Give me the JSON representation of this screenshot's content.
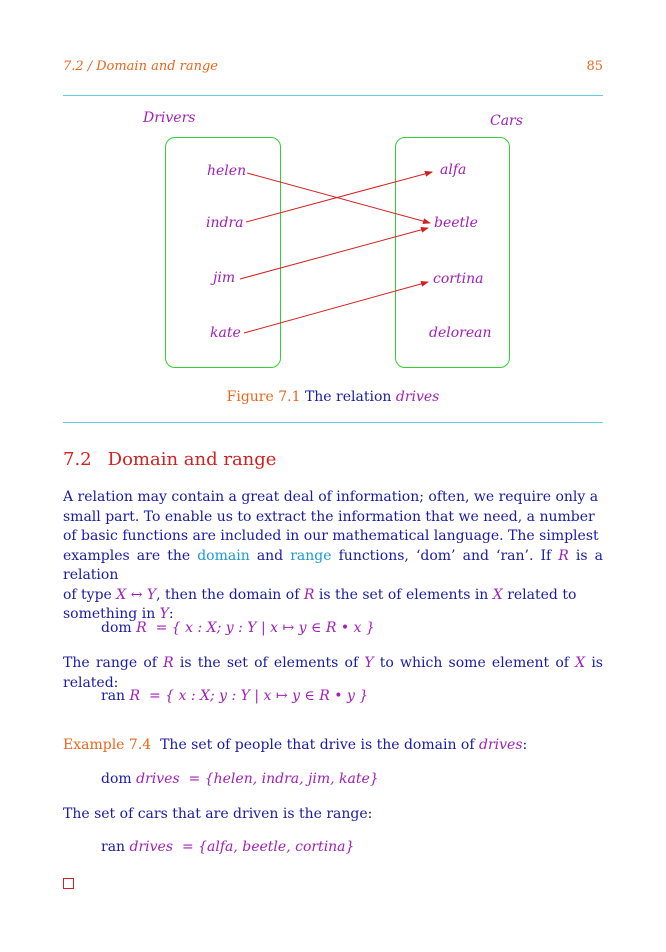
{
  "header": {
    "section_number": "7.2",
    "separator": "/",
    "section_title": "Domain and range",
    "page_number": "85"
  },
  "figure": {
    "left_title": "Drivers",
    "right_title": "Cars",
    "drivers": [
      "helen",
      "indra",
      "jim",
      "kate"
    ],
    "cars": [
      "alfa",
      "beetle",
      "cortina",
      "delorean"
    ],
    "caption_number": "Figure 7.1",
    "caption_text": "The relation",
    "caption_emph": "drives"
  },
  "section": {
    "number": "7.2",
    "title": "Domain and range"
  },
  "paragraph1": {
    "l1": "A relation may contain a great deal of information; often, we require only a",
    "l2": "small part.  To enable us to extract the information that we need, a number",
    "l3": "of basic functions are included in our mathematical language.  The simplest",
    "l4a": "examples are the ",
    "l4_domain": "domain",
    "l4b": " and ",
    "l4_range": "range",
    "l4c": " functions, ‘dom’ and ‘ran’.  If ",
    "l4_R": "R",
    "l4d": " is a relation",
    "l5a": "of type ",
    "l5_type": "X ↔ Y",
    "l5b": ", then the domain of ",
    "l5_R": "R",
    "l5c": " is the set of elements in ",
    "l5_X": "X",
    "l5d": " related to",
    "l6a": "something in ",
    "l6_Y": "Y",
    "l6b": ":"
  },
  "eq_dom": {
    "lhs_op": "dom",
    "lhs_var": "R",
    "rhs": "= { x : X;  y : Y | x ↦ y ∈ R • x }"
  },
  "paragraph2": {
    "a": "The range of ",
    "R": "R",
    "b": " is the set of elements of ",
    "Y": "Y",
    "c": " to which some element of ",
    "X": "X",
    "d": " is related:"
  },
  "eq_ran": {
    "lhs_op": "ran",
    "lhs_var": "R",
    "rhs": "= { x : X;  y : Y | x ↦ y ∈ R • y }"
  },
  "example": {
    "label": "Example 7.4",
    "text_a": "The set of people that drive is the domain of ",
    "text_emph": "drives",
    "text_b": ":"
  },
  "eq_ex_dom": {
    "op": "dom",
    "var": "drives",
    "rhs": "= {helen, indra, jim, kate}"
  },
  "sentence_range": "The set of cars that are driven is the range:",
  "eq_ex_ran": {
    "op": "ran",
    "var": "drives",
    "rhs": "= {alfa, beetle, cortina}"
  },
  "colors": {
    "text": "#1a1aa6",
    "accent": "#e8661c",
    "heading": "#d42020",
    "var": "#a020b8",
    "keyword": "#1a9ad4",
    "rule": "#5fd0dc",
    "box": "#33d133",
    "arrow": "#d42020"
  }
}
